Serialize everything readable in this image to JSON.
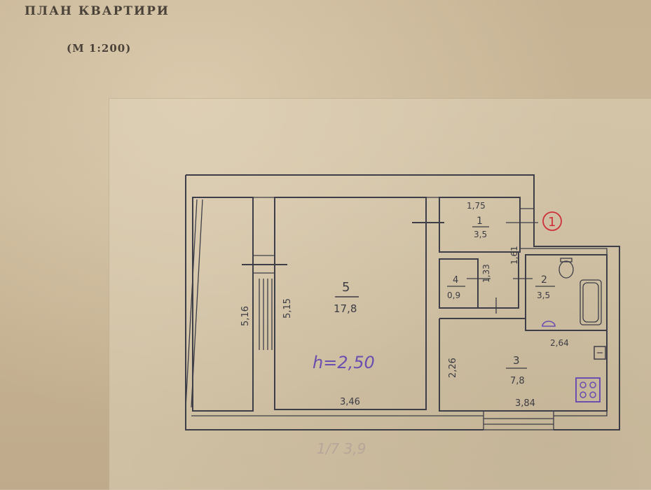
{
  "header": {
    "title": "ПЛАН  КВАРТИРИ",
    "scale": "(М  1:200)"
  },
  "plan": {
    "height_note": "h=2,50",
    "rooms": {
      "r1": {
        "number": "1",
        "area": "3,5",
        "dim_top": "1,75",
        "dim_side": "1,61"
      },
      "r2": {
        "number": "2",
        "area": "3,5"
      },
      "r3": {
        "number": "3",
        "area": "7,8",
        "dim_left": "2,26",
        "dim_bottom": "3,84",
        "dim_top": "2,64"
      },
      "r4": {
        "number": "4",
        "area": "0,9",
        "dim_side": "1,33"
      },
      "r5": {
        "number": "5",
        "area": "17,8",
        "dim_left": "5,15",
        "dim_bottom": "3,46"
      },
      "balcony": {
        "dim_side": "5,16"
      }
    },
    "entrance_marker": "1",
    "faded_note": "1/7 3,9"
  },
  "colors": {
    "ink": "#3e3e48",
    "purple_ink": "#6a4fb0",
    "red_ink": "#d0303a"
  }
}
